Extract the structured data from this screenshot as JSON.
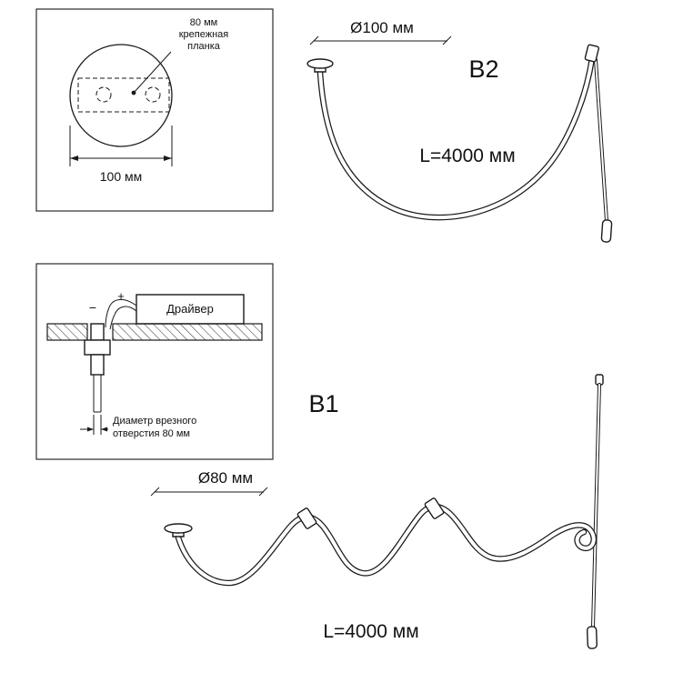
{
  "diagram": {
    "panel_canopy": {
      "plate_label_1": "80 мм",
      "plate_label_2": "крепежная",
      "plate_label_3": "планка",
      "width_dim": "100 мм"
    },
    "b2": {
      "diameter_dim": "Ø100 мм",
      "variant_label": "B2",
      "length_label": "L=4000 мм"
    },
    "panel_mount": {
      "driver_label": "Драйвер",
      "plus_label": "+",
      "minus_label": "−",
      "hole_label_1": "Диаметр врезного",
      "hole_label_2": "отверстия 80 мм"
    },
    "b1": {
      "variant_label": "B1",
      "diameter_dim": "Ø80 мм",
      "length_label": "L=4000 мм"
    },
    "colors": {
      "line": "#1a1a1a",
      "background": "#ffffff"
    }
  }
}
